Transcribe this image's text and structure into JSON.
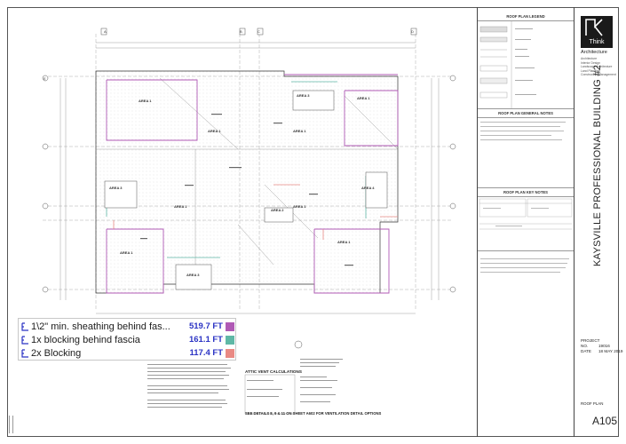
{
  "legend": {
    "items": [
      {
        "label": "1\\2\" min. sheathing behind fas...",
        "value": "519.7 FT",
        "color": "#b05ab5"
      },
      {
        "label": "1x blocking behind fascia",
        "value": "161.1 FT",
        "color": "#5fb8a6"
      },
      {
        "label": "2x Blocking",
        "value": "117.4 FT",
        "color": "#e98a84"
      }
    ]
  },
  "plan": {
    "areas": {
      "a1": "AREA 1",
      "a2": "AREA 2",
      "a3": "AREA 3",
      "a4": "AREA 4"
    },
    "grid_letters": [
      "A",
      "B",
      "C",
      "D",
      "E"
    ],
    "attic_title": "ATTIC VENT CALCULATIONS",
    "see_details": "SEE DETAILS 8, 9 & 11 ON SHEET A602 FOR VENTILATION DETAIL OPTIONS"
  },
  "right_panel": {
    "legend_title": "ROOF PLAN LEGEND",
    "general_notes_title": "ROOF PLAN GENERAL NOTES",
    "key_notes_title": "ROOF PLAN KEY NOTES"
  },
  "title_block": {
    "firm": "Think",
    "firm_sub": "Architecture",
    "services": [
      "Architecture",
      "Interior Design",
      "Landscape Architecture",
      "Land Planning",
      "Construction Management"
    ],
    "project_title": "KAYSVILLE PROFESSIONAL BUILDING #2",
    "project_no_label": "PROJECT NO.",
    "project_no": "19016",
    "date_label": "DATE",
    "date": "18 MAY 2019",
    "sheet_name": "ROOF PLAN",
    "sheet_number": "A105"
  }
}
